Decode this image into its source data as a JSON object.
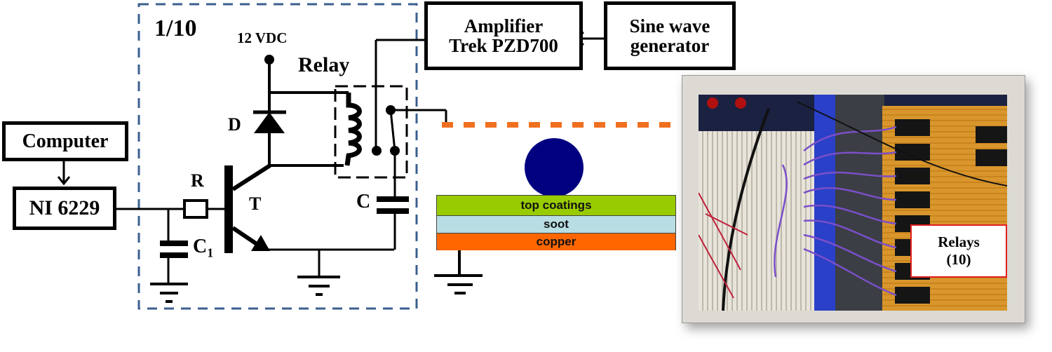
{
  "diagram": {
    "module_label": "1/10",
    "supply_label": "12 VDC",
    "relay_label": "Relay",
    "diode_label": "D",
    "resistor_label": "R",
    "transistor_label": "T",
    "capacitor_label": "C",
    "capacitor1_label": "C",
    "capacitor1_sub": "1",
    "blocks": {
      "computer": "Computer",
      "daq": "NI 6229",
      "amplifier_line1": "Amplifier",
      "amplifier_line2": "Trek PZD700",
      "generator_line1": "Sine wave",
      "generator_line2": "generator"
    },
    "layers": [
      {
        "name": "top coatings",
        "color": "#99cc00"
      },
      {
        "name": "soot",
        "color": "#b8dde3"
      },
      {
        "name": "copper",
        "color": "#ff6600"
      }
    ],
    "droplet_color": "#000080",
    "electrode_color": "#f07020",
    "module_border_color": "#3b5f8f",
    "photo_caption_line1": "Relays",
    "photo_caption_line2": "(10)"
  }
}
